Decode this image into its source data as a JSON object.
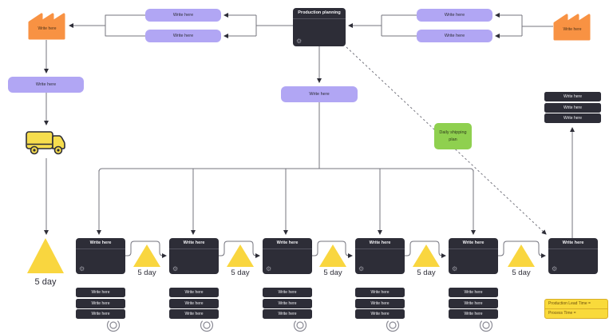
{
  "factories": {
    "left": "Write here",
    "right": "Write here"
  },
  "production_planning": {
    "title": "Production planning"
  },
  "info_rows": {
    "left": [
      "Write here",
      "Write here"
    ],
    "right": [
      "Write here",
      "Write here"
    ]
  },
  "schedule_boxes": {
    "left": "Write here",
    "center": "Write here"
  },
  "green_box": "Daily shipping plan",
  "right_stack": [
    "Write here",
    "Write here",
    "Write here"
  ],
  "process_boxes": [
    "Write here",
    "Write here",
    "Write here",
    "Write here",
    "Write here",
    "Write here"
  ],
  "triangles": [
    "5 day",
    "5 day",
    "5 day",
    "5 day",
    "5 day",
    "5 day"
  ],
  "data_stacks": [
    [
      "Write here",
      "Write here",
      "Write here"
    ],
    [
      "Write here",
      "Write here",
      "Write here"
    ],
    [
      "Write here",
      "Write here",
      "Write here"
    ],
    [
      "Write here",
      "Write here",
      "Write here"
    ],
    [
      "Write here",
      "Write here",
      "Write here"
    ]
  ],
  "legend": [
    "Production Lead Time =",
    "Process Time ="
  ],
  "colors": {
    "dark_box": "#2d2d37",
    "accent_purple": "#b1a6f4",
    "accent_orange": "#f89243",
    "accent_yellow": "#f9d63f",
    "accent_green": "#8fd04f",
    "legend_yellow": "#f9da3b",
    "connector_gray": "#74747e"
  }
}
